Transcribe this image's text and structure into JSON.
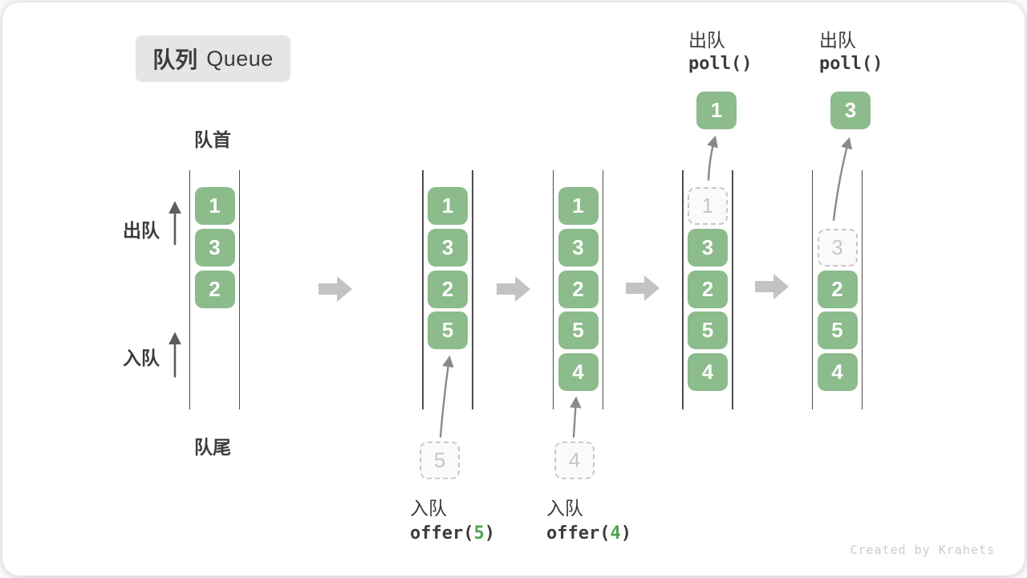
{
  "page": {
    "title_zh": "队列",
    "title_en": "Queue",
    "watermark": "Created by Krahets"
  },
  "legend": {
    "front": "队首",
    "rear": "队尾",
    "dequeue": "出队",
    "enqueue": "入队"
  },
  "colors": {
    "box_green": "#8cbb8c",
    "box_text": "#ffffff",
    "accent_green": "#52a152",
    "ghost_border": "#c9c9c9",
    "ghost_text": "#c6c6c6",
    "text_dark": "#3c3c3c",
    "wall_line": "#4d4d4d",
    "move_arrow": "#8a8a8a",
    "block_arrow": "#c3c3c3",
    "title_bg": "#e5e5e5",
    "watermark_gray": "#cbcbcb"
  },
  "stages": [
    {
      "name": "initial-queue",
      "slots": [
        {
          "slot": 0,
          "value": "1",
          "kind": "solid"
        },
        {
          "slot": 1,
          "value": "3",
          "kind": "solid"
        },
        {
          "slot": 2,
          "value": "2",
          "kind": "solid"
        }
      ]
    },
    {
      "name": "after-offer-5",
      "slots": [
        {
          "slot": 0,
          "value": "1",
          "kind": "solid"
        },
        {
          "slot": 1,
          "value": "3",
          "kind": "solid"
        },
        {
          "slot": 2,
          "value": "2",
          "kind": "solid"
        },
        {
          "slot": 3,
          "value": "5",
          "kind": "solid"
        }
      ],
      "op": {
        "type": "enqueue",
        "position": "below",
        "label": "入队",
        "code_pre": "offer(",
        "code_arg": "5",
        "code_post": ")",
        "ghost_value": "5"
      }
    },
    {
      "name": "after-offer-4",
      "slots": [
        {
          "slot": 0,
          "value": "1",
          "kind": "solid"
        },
        {
          "slot": 1,
          "value": "3",
          "kind": "solid"
        },
        {
          "slot": 2,
          "value": "2",
          "kind": "solid"
        },
        {
          "slot": 3,
          "value": "5",
          "kind": "solid"
        },
        {
          "slot": 4,
          "value": "4",
          "kind": "solid"
        }
      ],
      "op": {
        "type": "enqueue",
        "position": "below",
        "label": "入队",
        "code_pre": "offer(",
        "code_arg": "4",
        "code_post": ")",
        "ghost_value": "4"
      }
    },
    {
      "name": "after-poll-1",
      "slots": [
        {
          "slot": 0,
          "value": "1",
          "kind": "ghost"
        },
        {
          "slot": 1,
          "value": "3",
          "kind": "solid"
        },
        {
          "slot": 2,
          "value": "2",
          "kind": "solid"
        },
        {
          "slot": 3,
          "value": "5",
          "kind": "solid"
        },
        {
          "slot": 4,
          "value": "4",
          "kind": "solid"
        }
      ],
      "op": {
        "type": "dequeue",
        "position": "above",
        "label": "出队",
        "code_pre": "poll()",
        "code_arg": "",
        "code_post": "",
        "extracted_value": "1"
      }
    },
    {
      "name": "after-poll-3",
      "slots": [
        {
          "slot": 1,
          "value": "3",
          "kind": "ghost"
        },
        {
          "slot": 2,
          "value": "2",
          "kind": "solid"
        },
        {
          "slot": 3,
          "value": "5",
          "kind": "solid"
        },
        {
          "slot": 4,
          "value": "4",
          "kind": "solid"
        }
      ],
      "op": {
        "type": "dequeue",
        "position": "above",
        "label": "出队",
        "code_pre": "poll()",
        "code_arg": "",
        "code_post": "",
        "extracted_value": "3"
      }
    }
  ]
}
